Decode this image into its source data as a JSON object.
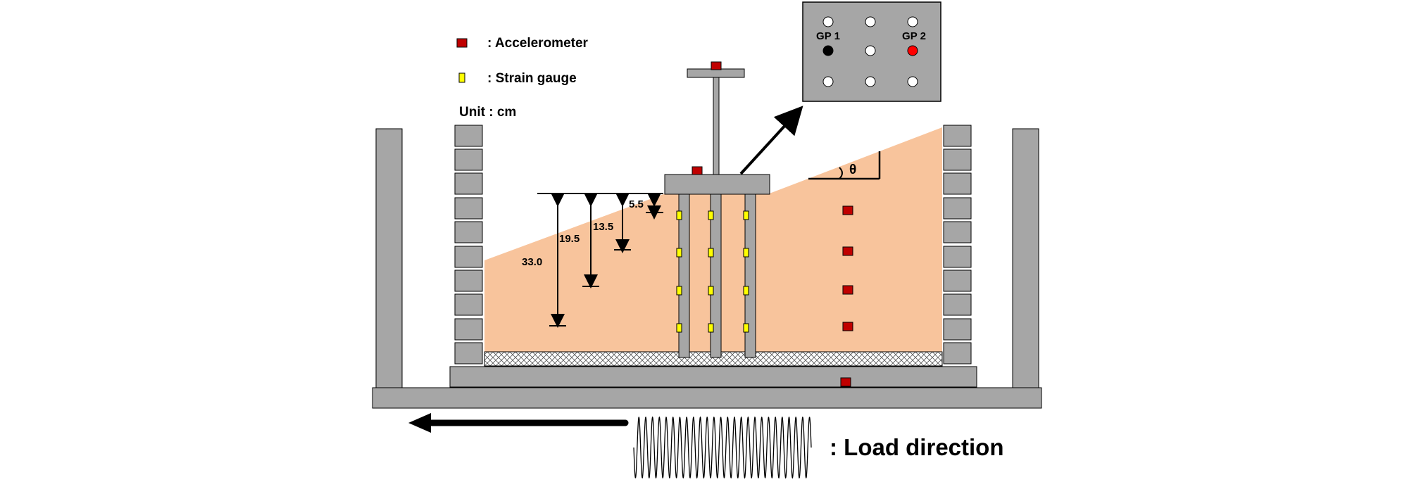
{
  "legend": {
    "accelerometer_label": ": Accelerometer",
    "strain_gauge_label": ": Strain gauge",
    "unit_label": "Unit : cm"
  },
  "inset": {
    "gp1_label": "GP 1",
    "gp2_label": "GP 2"
  },
  "slope_angle_label": "θ",
  "dimensions": {
    "d1": "5.5",
    "d2": "13.5",
    "d3": "19.5",
    "d4": "33.0"
  },
  "load_direction_label": ": Load direction",
  "colors": {
    "frame": "#a6a6a6",
    "soil": "#f8c49c",
    "accelerometer": "#c00000",
    "strain_gauge": "#ffff00",
    "gp2_marker": "#ff0000"
  }
}
